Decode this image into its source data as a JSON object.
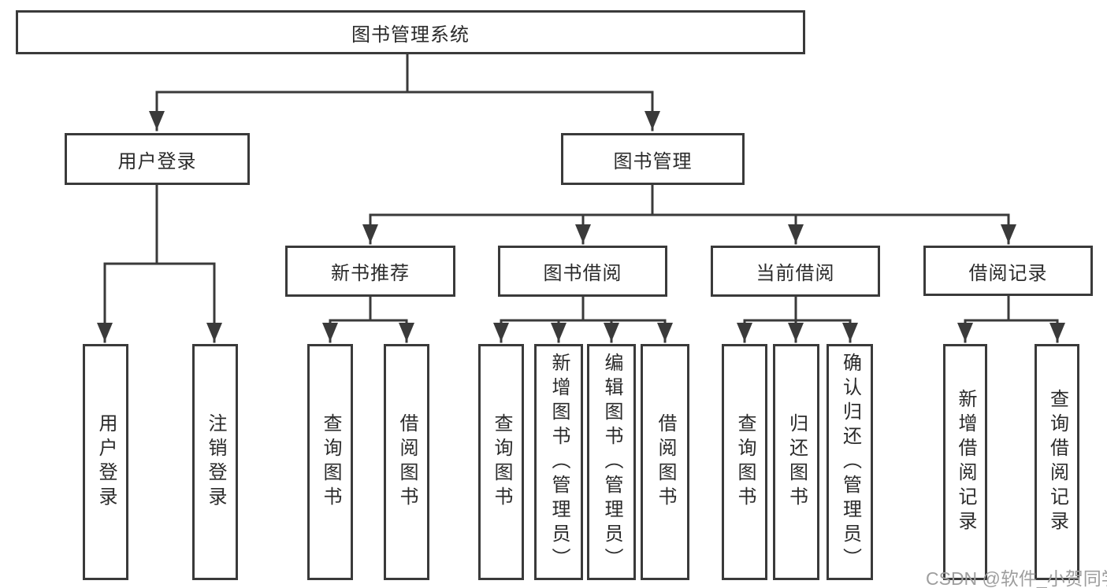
{
  "diagram": {
    "type": "hierarchy-chart",
    "tree": {
      "label": "图书管理系统",
      "children": [
        {
          "label": "用户登录",
          "children": [
            {
              "label": "用户登录"
            },
            {
              "label": "注销登录"
            }
          ]
        },
        {
          "label": "图书管理",
          "children": [
            {
              "label": "新书推荐",
              "children": [
                {
                  "label": "查询图书"
                },
                {
                  "label": "借阅图书"
                }
              ]
            },
            {
              "label": "图书借阅",
              "children": [
                {
                  "label": "查询图书"
                },
                {
                  "label": "新增图书（管理员）"
                },
                {
                  "label": "编辑图书（管理员）"
                },
                {
                  "label": "借阅图书"
                }
              ]
            },
            {
              "label": "当前借阅",
              "children": [
                {
                  "label": "查询图书"
                },
                {
                  "label": "归还图书"
                },
                {
                  "label": "确认归还（管理员）"
                }
              ]
            },
            {
              "label": "借阅记录",
              "children": [
                {
                  "label": "新增借阅记录"
                },
                {
                  "label": "查询借阅记录"
                }
              ]
            }
          ]
        }
      ]
    },
    "colors": {
      "line": "#3a3a3a",
      "box_border": "#3a3a3a",
      "text": "#2b2b2b",
      "watermark": "#9e9e9e",
      "background": "#ffffff"
    }
  },
  "watermark": "CSDN @软件_小贺同学"
}
